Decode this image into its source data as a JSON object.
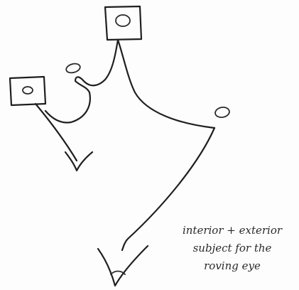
{
  "caption": {
    "line1": "interior + exterior",
    "line2": "subject for the",
    "line3": "roving eye"
  }
}
